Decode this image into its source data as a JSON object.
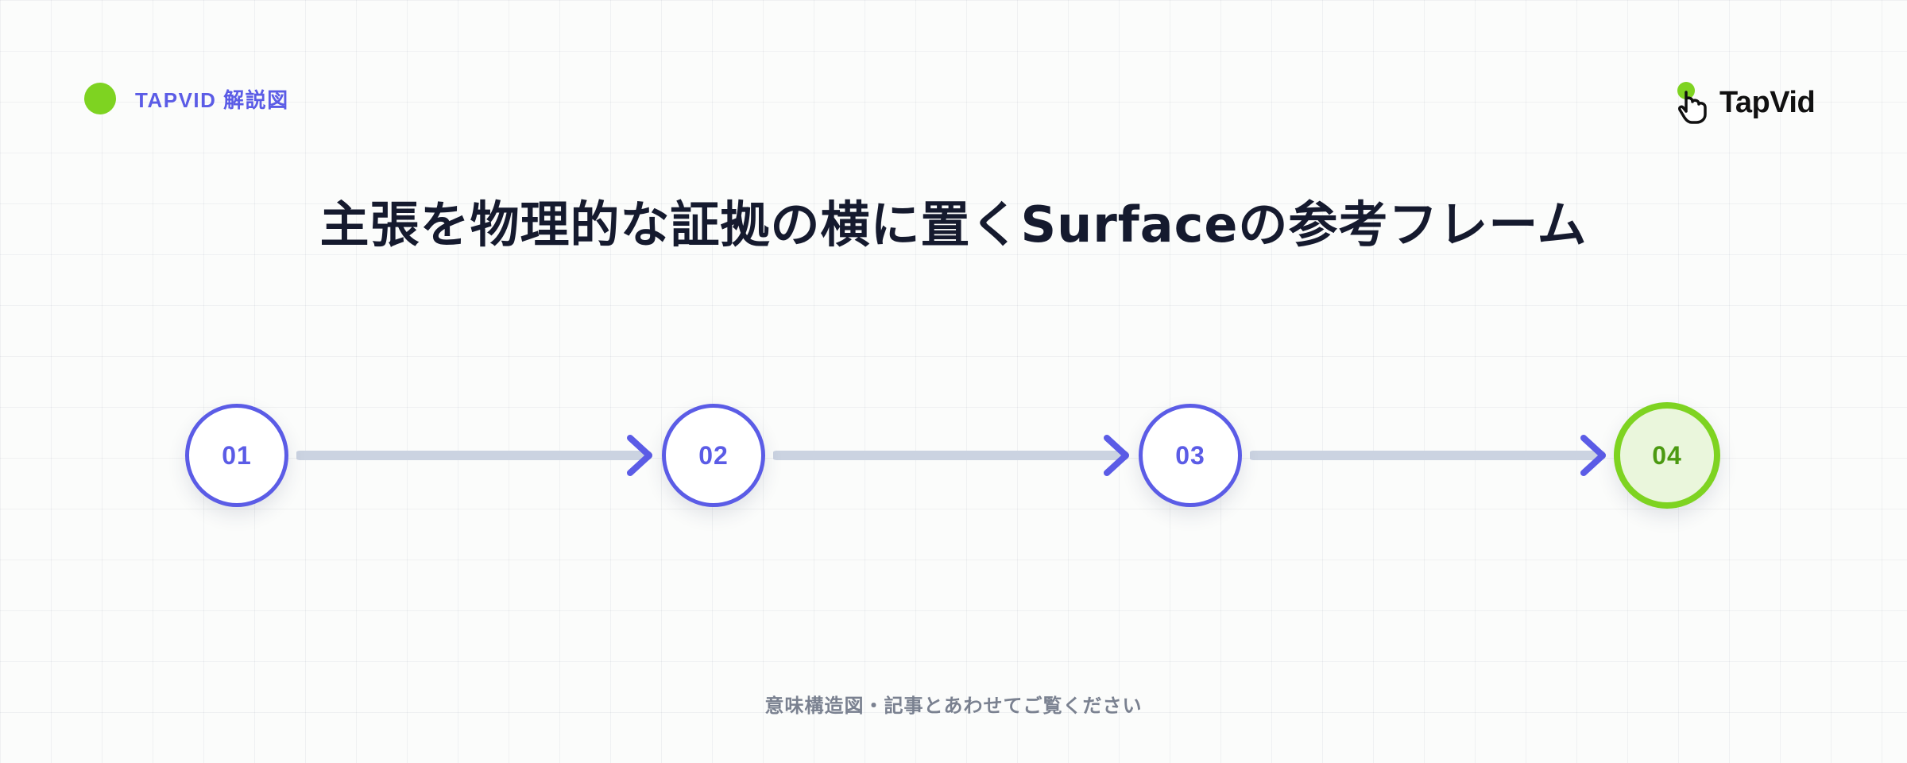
{
  "header": {
    "badge_label": "TAPVID 解説図",
    "logo_text": "TapVid",
    "badge_color": "#7ed321",
    "accent_color": "#5b5ce6"
  },
  "title": "主張を物理的な証拠の横に置くSurfaceの参考フレーム",
  "steps": [
    {
      "label": "01",
      "active": false
    },
    {
      "label": "02",
      "active": false
    },
    {
      "label": "03",
      "active": false
    },
    {
      "label": "04",
      "active": true
    }
  ],
  "colors": {
    "step_border": "#5b5ce6",
    "active_border": "#7ed321",
    "active_fill": "#eaf6dc",
    "connector": "#cbd3e1",
    "arrowhead": "#5b5ce6"
  },
  "footer": "意味構造図・記事とあわせてご覧ください"
}
